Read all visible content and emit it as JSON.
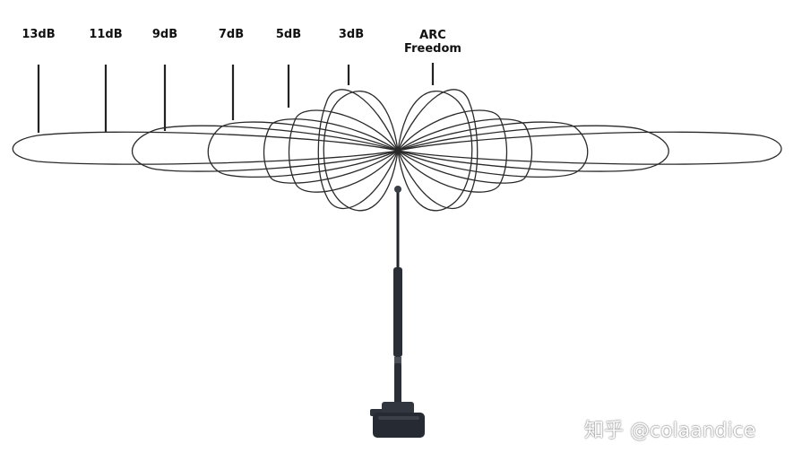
{
  "gain_labels": [
    {
      "id": "13db",
      "text": "13dB"
    },
    {
      "id": "11db",
      "text": "11dB"
    },
    {
      "id": "9db",
      "text": "9dB"
    },
    {
      "id": "7db",
      "text": "7dB"
    },
    {
      "id": "5db",
      "text": "5dB"
    },
    {
      "id": "3db",
      "text": "3dB"
    },
    {
      "id": "arc",
      "line1": "ARC",
      "line2": "Freedom"
    }
  ],
  "watermark": "知乎 @colaandice",
  "colors": {
    "line": "#222222",
    "antenna": "#2a2e36",
    "background": "#ffffff"
  }
}
